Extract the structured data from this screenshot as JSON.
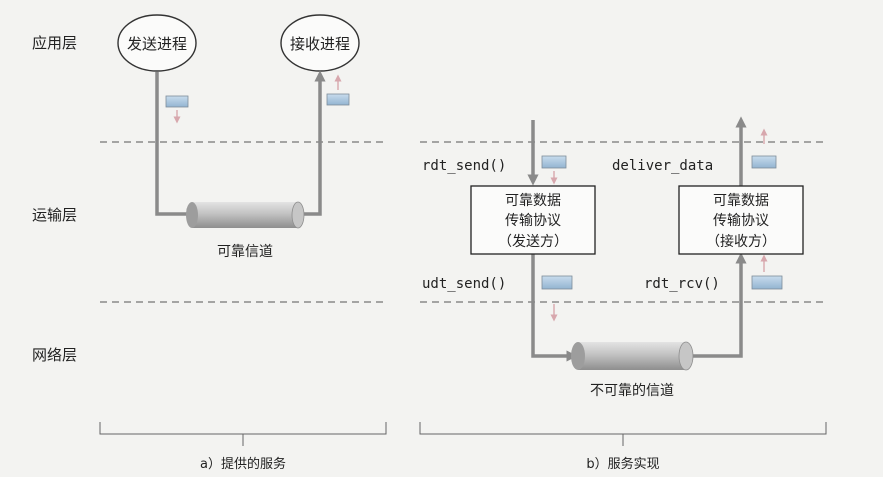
{
  "layers": {
    "application": "应用层",
    "transport": "运输层",
    "network": "网络层"
  },
  "panel_a": {
    "sender_process": "发送进程",
    "receiver_process": "接收进程",
    "channel_label": "可靠信道",
    "caption": "a）提供的服务"
  },
  "panel_b": {
    "rdt_send": "rdt_send()",
    "deliver_data": "deliver_data",
    "udt_send": "udt_send()",
    "rdt_rcv": "rdt_rcv()",
    "sender_box": [
      "可靠数据",
      "传输协议",
      "（发送方）"
    ],
    "receiver_box": [
      "可靠数据",
      "传输协议",
      "（接收方）"
    ],
    "channel_label": "不可靠的信道",
    "caption": "b）服务实现"
  },
  "colors": {
    "arrow": "#8a8a8a",
    "packet_fill": "#a9c6df",
    "packet_stroke": "#7d8d99",
    "pipe": "#b9b9b9",
    "dashed": "#555555"
  }
}
